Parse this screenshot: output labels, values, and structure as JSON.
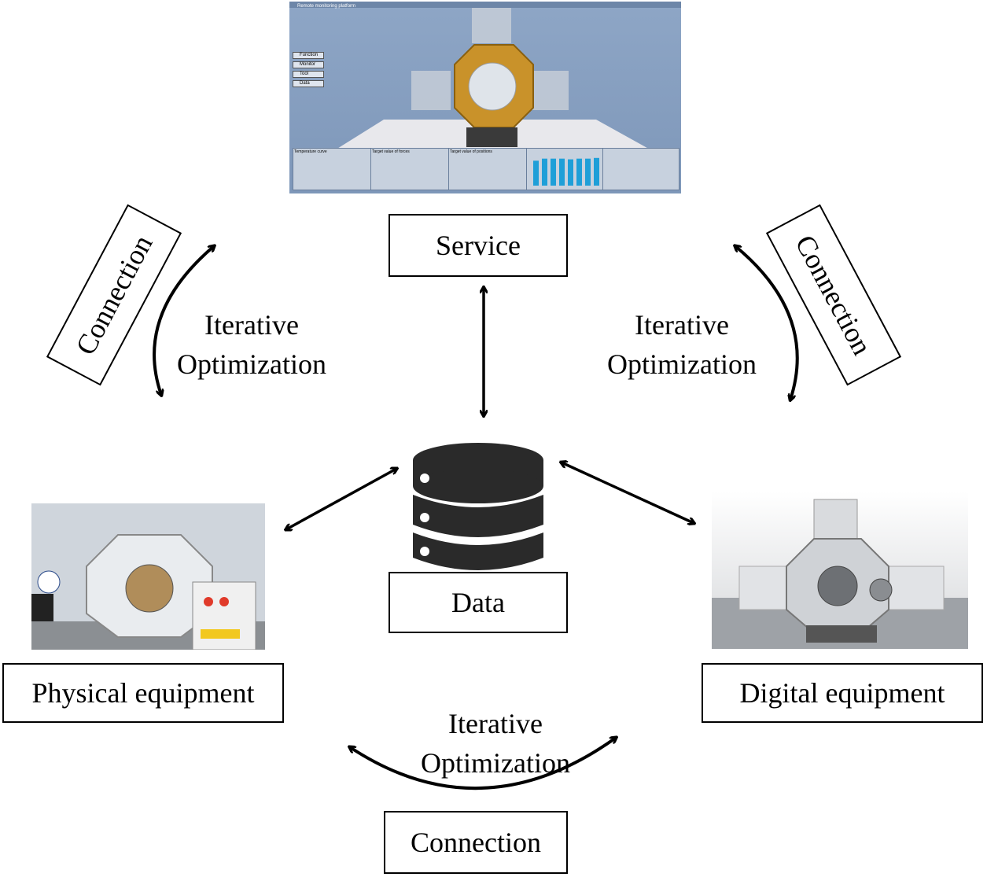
{
  "nodes": {
    "service": "Service",
    "data": "Data",
    "physical": "Physical equipment",
    "digital": "Digital equipment"
  },
  "connections": {
    "left": "Connection",
    "right": "Connection",
    "bottom": "Connection"
  },
  "iterative": {
    "left": [
      "Iterative",
      "Optimization"
    ],
    "right": [
      "Iterative",
      "Optimization"
    ],
    "bottom": [
      "Iterative",
      "Optimization"
    ]
  },
  "service_screen": {
    "title": "Remote monitoring platform",
    "menu": [
      "Function",
      "Monitor",
      "Tool",
      "Data"
    ],
    "panel_titles": [
      "Temperature curve",
      "Target value of forces",
      "Target value of positions"
    ],
    "bar_values": [
      0.72,
      0.78,
      0.78,
      0.78,
      0.76,
      0.78,
      0.78,
      0.8
    ]
  },
  "colors": {
    "frame_gold": "#c9922a",
    "screen_blue": "#8aa1c1",
    "bar_blue": "#1e9fd8"
  }
}
